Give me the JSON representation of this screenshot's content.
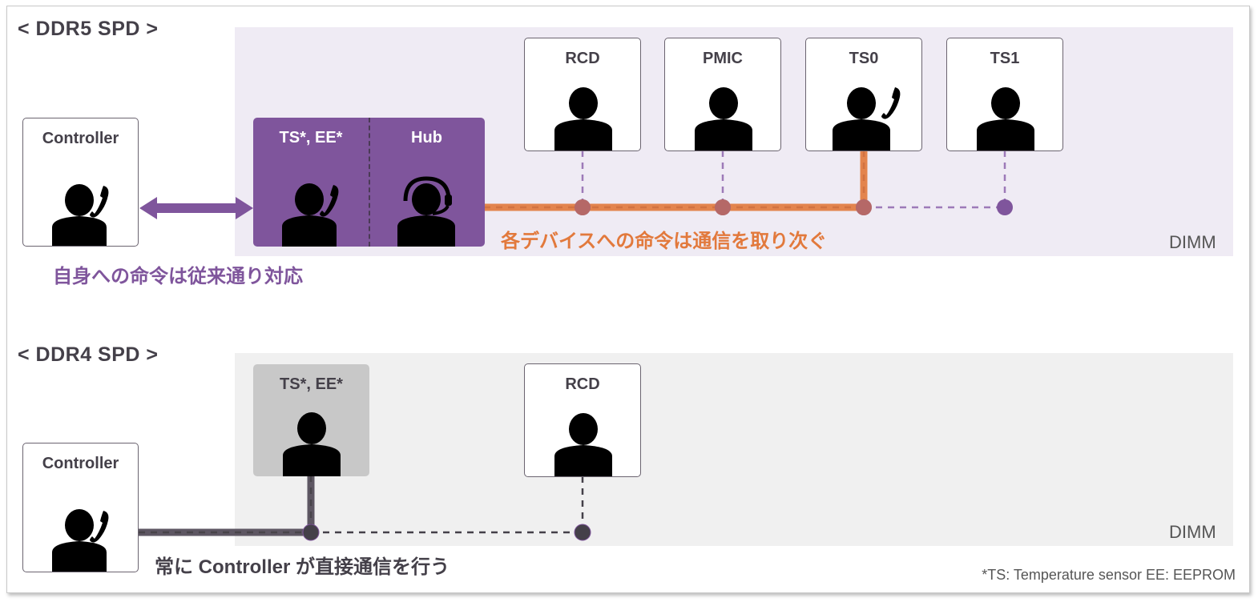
{
  "ddr5": {
    "title": "< DDR5 SPD >",
    "dimm_label": "DIMM",
    "controller_label": "Controller",
    "hub_group": {
      "left_label": "TS*, EE*",
      "right_label": "Hub"
    },
    "devices": [
      {
        "label": "RCD",
        "icon": "person-icon",
        "active": false
      },
      {
        "label": "PMIC",
        "icon": "person-icon",
        "active": false
      },
      {
        "label": "TS0",
        "icon": "person-phone-icon",
        "active": true
      },
      {
        "label": "TS1",
        "icon": "person-icon",
        "active": false
      }
    ],
    "caption_self": "自身への命令は従来通り対応",
    "caption_relay": "各デバイスへの命令は通信を取り次ぐ"
  },
  "ddr4": {
    "title": "< DDR4 SPD >",
    "dimm_label": "DIMM",
    "controller_label": "Controller",
    "devices": [
      {
        "label": "TS*, EE*",
        "icon": "person-icon",
        "active": true
      },
      {
        "label": "RCD",
        "icon": "person-icon",
        "active": false
      }
    ],
    "caption": "常に Controller が直接通信を行う"
  },
  "footnote": "*TS: Temperature sensor  EE: EEPROM",
  "colors": {
    "purple": "#7f559c",
    "orange": "#e2793c",
    "dark": "#444049",
    "dimm5_bg": "#efebf4",
    "dimm4_bg": "#f0f0f0"
  }
}
